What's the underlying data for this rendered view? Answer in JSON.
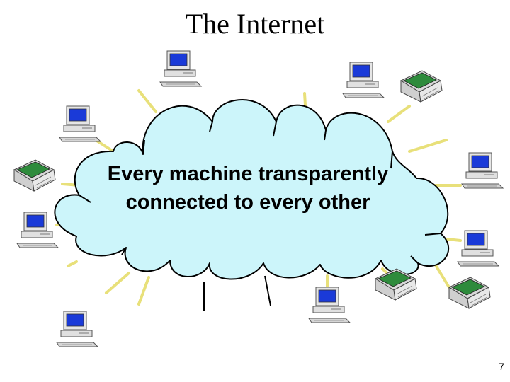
{
  "slide": {
    "title": "The Internet",
    "cloud_text_line1": "Every machine transparently",
    "cloud_text_line2": "connected to every other",
    "page_number": "7"
  },
  "colors": {
    "cloud_fill": "#ccf5fa",
    "cloud_stroke": "#000000",
    "link_color": "#e8e07a",
    "monitor_screen": "#1a3ad8",
    "laptop_screen": "#2e8b3c",
    "device_body": "#e6e6e6"
  },
  "devices": [
    {
      "name": "desktop-icon"
    },
    {
      "name": "desktop-icon"
    },
    {
      "name": "laptop-icon"
    },
    {
      "name": "desktop-icon"
    },
    {
      "name": "laptop-icon"
    },
    {
      "name": "desktop-icon"
    },
    {
      "name": "desktop-icon"
    },
    {
      "name": "desktop-icon"
    },
    {
      "name": "laptop-icon"
    },
    {
      "name": "desktop-icon"
    },
    {
      "name": "laptop-icon"
    },
    {
      "name": "desktop-icon"
    }
  ]
}
